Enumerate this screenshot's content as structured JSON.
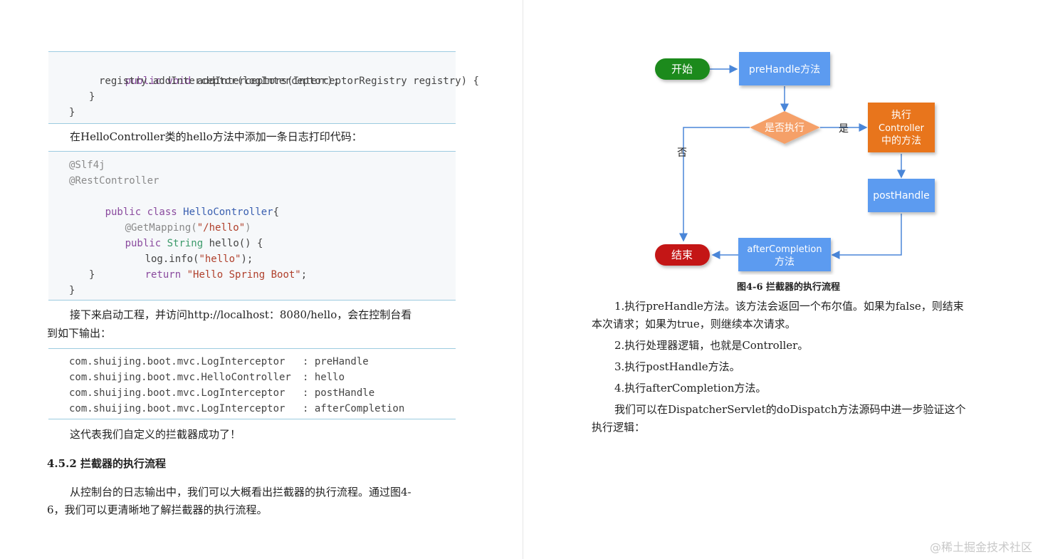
{
  "left_page": {
    "code_block_1": {
      "lines": [
        {
          "kw": "public void",
          "text": " addInterceptors(InterceptorRegistry registry) {"
        },
        {
          "text": "registry.addInterceptor(logInterceptor);"
        },
        {
          "text": "}"
        },
        {
          "text": "}"
        }
      ]
    },
    "para_1": "在HelloController类的hello方法中添加一条日志打印代码：",
    "code_block_2": {
      "ann_slf4j": "@Slf4j",
      "ann_rest": "@RestController",
      "class_kw": "public class",
      "class_name": "HelloController",
      "class_brace": "{",
      "ann_get": "@GetMapping(",
      "get_path": "\"/hello\"",
      "get_close": ")",
      "method_kw": "public",
      "method_type": "String",
      "method_sig": "hello() {",
      "log_call": "log.info(",
      "log_arg": "\"hello\"",
      "log_end": ");",
      "return_kw": "return",
      "return_val": "\"Hello Spring Boot\"",
      "return_end": ";",
      "close_method": "}",
      "close_class": "}"
    },
    "para_2_line1": "接下来启动工程，并访问http://localhost：8080/hello，会在控制台看",
    "para_2_line2": "到如下输出：",
    "console_output": [
      {
        "logger": "com.shuijing.boot.mvc.LogInterceptor",
        "message": ": preHandle"
      },
      {
        "logger": "com.shuijing.boot.mvc.HelloController",
        "message": ": hello"
      },
      {
        "logger": "com.shuijing.boot.mvc.LogInterceptor",
        "message": ": postHandle"
      },
      {
        "logger": "com.shuijing.boot.mvc.LogInterceptor",
        "message": ": afterCompletion"
      }
    ],
    "para_3": "这代表我们自定义的拦截器成功了！",
    "section_heading": "4.5.2 拦截器的执行流程",
    "para_4_line1": "从控制台的日志输出中，我们可以大概看出拦截器的执行流程。通过图4-",
    "para_4_line2": "6，我们可以更清晰地了解拦截器的执行流程。"
  },
  "right_page": {
    "flowchart": {
      "start": "开始",
      "prehandle": "preHandle方法",
      "decision": "是否执行",
      "yes": "是",
      "no": "否",
      "exec_line1": "执行",
      "exec_line2": "Controller",
      "exec_line3": "中的方法",
      "posthandle": "postHandle",
      "after_line1": "afterCompletion",
      "after_line2": "方法",
      "end": "结束",
      "colors": {
        "start": "#1f8a1f",
        "end": "#c41616",
        "process": "#5b9bf0",
        "decision": "#f5a068",
        "exec": "#e8741e",
        "arrow": "#4a86d8"
      }
    },
    "figure_caption": "图4-6  拦截器的执行流程",
    "items": [
      {
        "line1": "1.执行preHandle方法。该方法会返回一个布尔值。如果为false，则结束",
        "line2": "本次请求；如果为true，则继续本次请求。"
      },
      {
        "line1": "2.执行处理器逻辑，也就是Controller。"
      },
      {
        "line1": "3.执行postHandle方法。"
      },
      {
        "line1": "4.执行afterCompletion方法。"
      }
    ],
    "closing_line1": "我们可以在DispatcherServlet的doDispatch方法源码中进一步验证这个",
    "closing_line2": "执行逻辑："
  },
  "watermark": "@稀土掘金技术社区"
}
